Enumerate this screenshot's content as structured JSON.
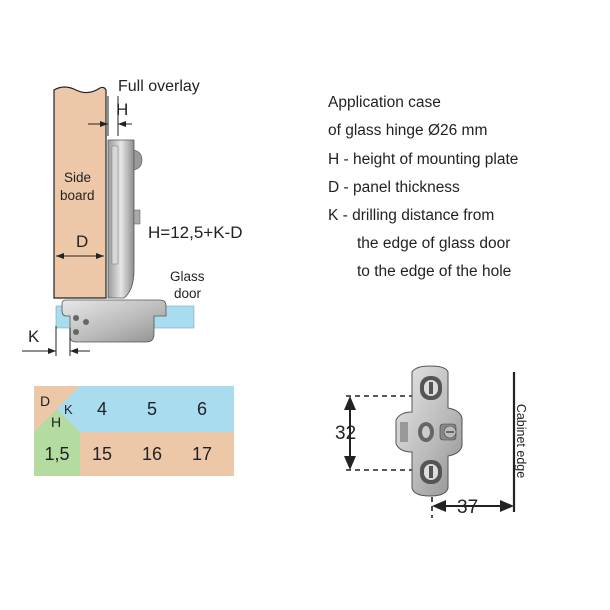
{
  "labels": {
    "full_overlay": "Full overlay",
    "h_top": "H",
    "side_board_1": "Side",
    "side_board_2": "board",
    "d_mark": "D",
    "formula": "H=12,5+K-D",
    "glass_1": "Glass",
    "glass_2": "door",
    "k_mark": "K"
  },
  "info": {
    "line1": "Application case",
    "line2": "of glass hinge Ø26 mm",
    "line3": "H - height of mounting plate",
    "line4": "D - panel thickness",
    "line5": "K - drilling distance from",
    "line6": "the edge of glass door",
    "line7": "to the edge of the hole"
  },
  "table": {
    "corner": {
      "d": "D",
      "k": "K",
      "h": "H"
    },
    "k_values": [
      "4",
      "5",
      "6"
    ],
    "h_label": "1,5",
    "h_values": [
      "15",
      "16",
      "17"
    ]
  },
  "plate": {
    "dim_vertical": "32",
    "dim_horizontal": "37",
    "edge_label": "Cabinet edge"
  },
  "colors": {
    "wood": "#edc8a8",
    "glass": "#a8dcee",
    "green": "#b5dca0",
    "metal": "#c9c9c9",
    "line": "#222222"
  }
}
